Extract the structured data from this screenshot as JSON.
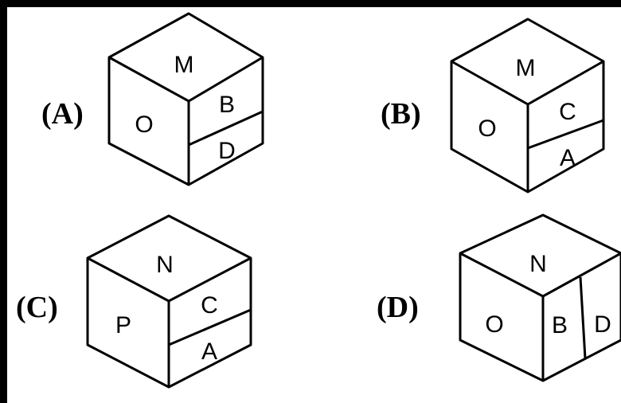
{
  "options": [
    {
      "label": "(A)",
      "top": "M",
      "left": "O",
      "right_upper": "B",
      "right_lower": "D"
    },
    {
      "label": "(B)",
      "top": "M",
      "left": "O",
      "right_upper": "C",
      "right_lower": "A"
    },
    {
      "label": "(C)",
      "top": "N",
      "left": "P",
      "right_upper": "C",
      "right_lower": "A"
    },
    {
      "label": "(D)",
      "top": "N",
      "left": "O",
      "right_left": "B",
      "right_right": "D"
    }
  ]
}
